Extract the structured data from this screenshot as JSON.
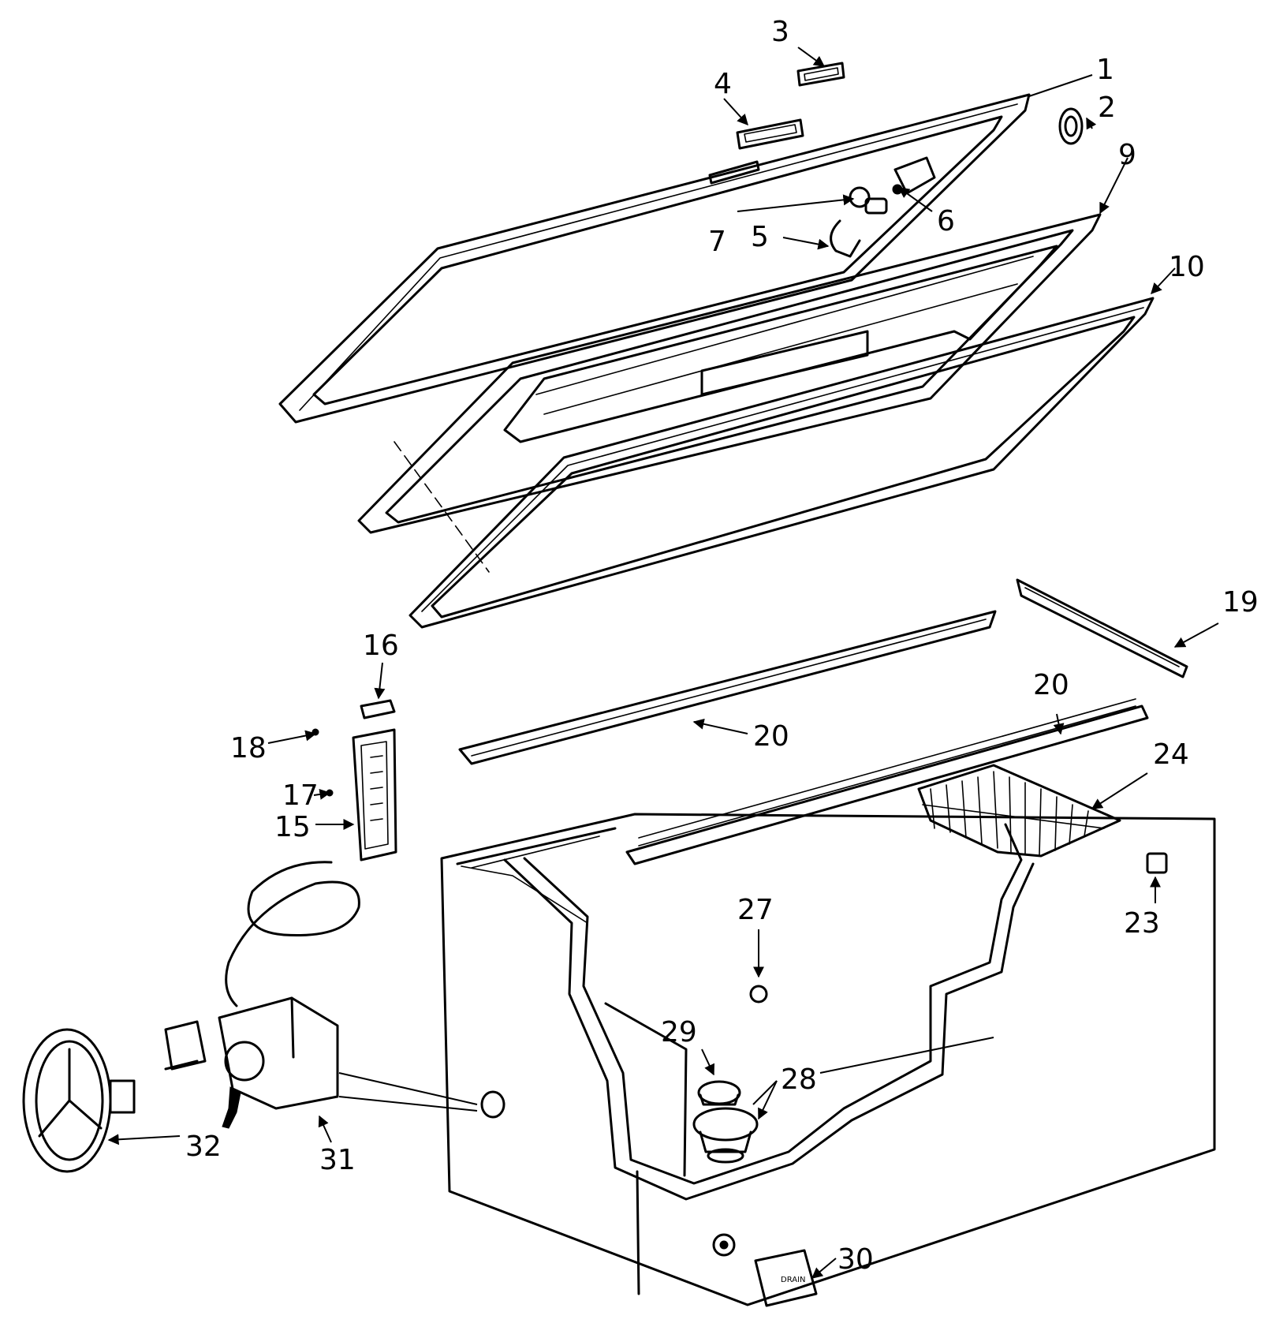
{
  "callouts": {
    "c1": "1",
    "c2": "2",
    "c3": "3",
    "c4": "4",
    "c5": "5",
    "c6": "6",
    "c7": "7",
    "c9": "9",
    "c10": "10",
    "c15": "15",
    "c16": "16",
    "c17": "17",
    "c18": "18",
    "c19": "19",
    "c20a": "20",
    "c20b": "20",
    "c23": "23",
    "c24": "24",
    "c27": "27",
    "c28": "28",
    "c29": "29",
    "c30": "30",
    "c31": "31",
    "c32": "32"
  },
  "labels": {
    "drain_plate_text": "DRAIN"
  }
}
